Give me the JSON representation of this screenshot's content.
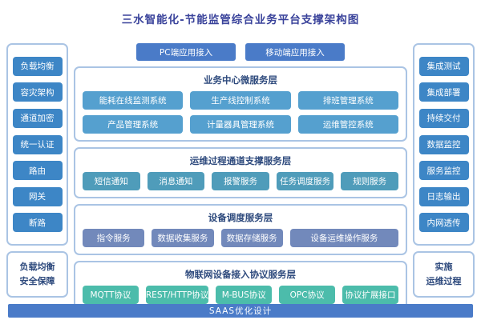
{
  "title": "三水智能化-节能监管综合业务平台支撑架构图",
  "colors": {
    "title_text": "#3a439b",
    "box_border": "#aac4e4",
    "sidebar_node": "#3d86c6",
    "access_node": "#4a7bc8",
    "business_node": "#55a0cf",
    "channel_node": "#4f9cba",
    "device_node": "#7289bb",
    "protocol_node": "#4cbcab",
    "header_text": "#2e4a7d",
    "saas_bar": "#4a7bc8"
  },
  "top_access": {
    "buttons": [
      "PC端应用接入",
      "移动端应用接入"
    ]
  },
  "left_sidebar": {
    "items": [
      "负载均衡",
      "容灾架构",
      "通道加密",
      "统一认证",
      "路由",
      "网关",
      "断路"
    ],
    "footer_lines": [
      "负载均衡",
      "安全保障"
    ]
  },
  "right_sidebar": {
    "items": [
      "集成测试",
      "集成部署",
      "持续交付",
      "数据监控",
      "服务监控",
      "日志输出",
      "内网透传"
    ],
    "footer_lines": [
      "实施",
      "运维过程"
    ]
  },
  "sections": [
    {
      "header": "业务中心微服务层",
      "items": [
        "能耗在线监测系统",
        "生产线控制系统",
        "排班管理系统",
        "产品管理系统",
        "计量器具管理系统",
        "运维管控系统"
      ]
    },
    {
      "header": "运维过程通道支撑服务层",
      "items": [
        "短信通知",
        "消息通知",
        "报警服务",
        "任务调度服务",
        "规则服务"
      ]
    },
    {
      "header": "设备调度服务层",
      "items": [
        "指令服务",
        "数据收集服务",
        "数据存储服务",
        "设备运维操作服务"
      ]
    },
    {
      "header": "物联网设备接入协议服务层",
      "items": [
        "MQTT协议",
        "REST/HTTP协议",
        "M-BUS协议",
        "OPC协议",
        "协议扩展接口"
      ]
    }
  ],
  "footer_bar": "SAAS优化设计"
}
